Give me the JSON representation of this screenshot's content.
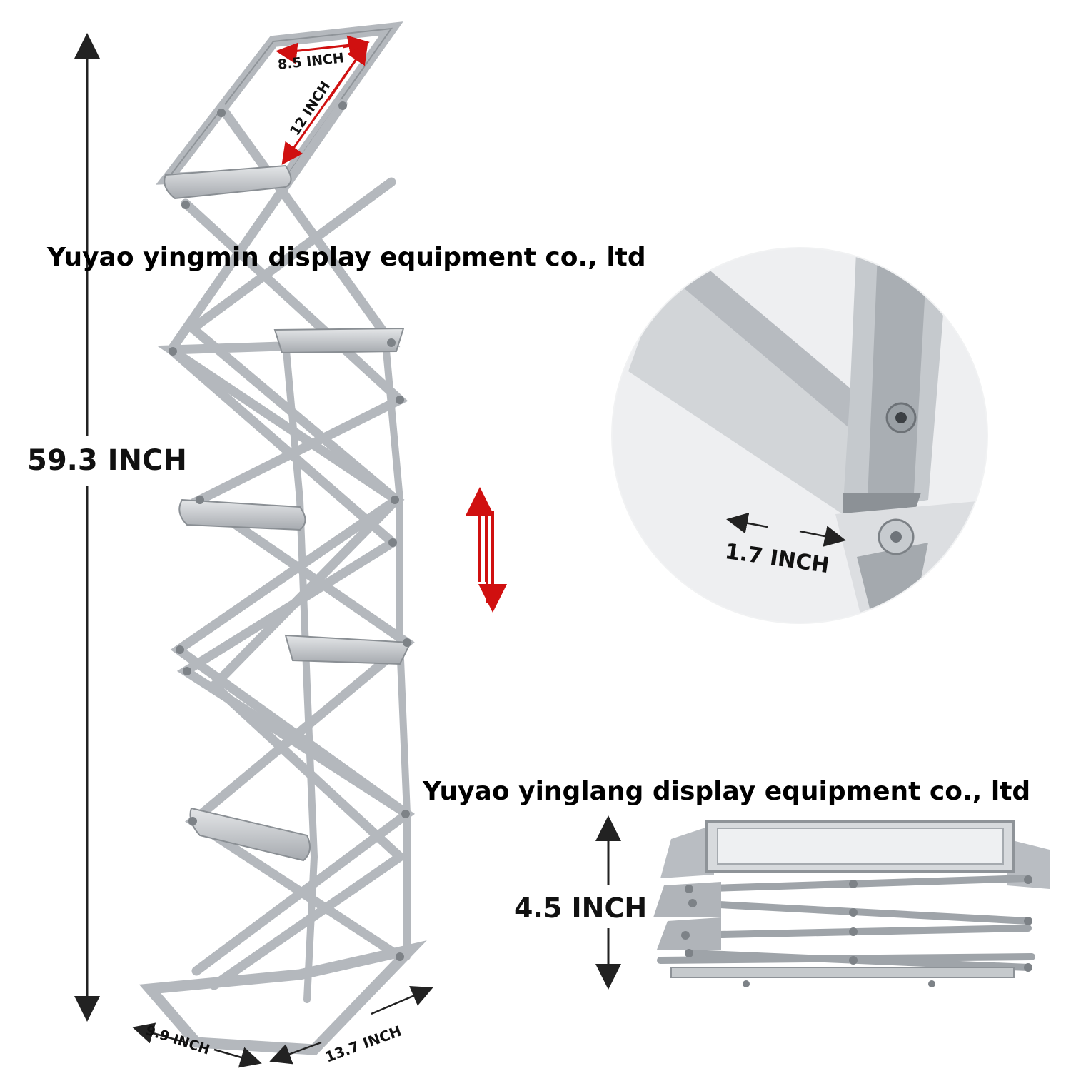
{
  "watermarks": {
    "top": "Yuyao yingmin display equipment co., ltd",
    "bottom": "Yuyao yinglang display equipment co., ltd"
  },
  "dimensions": {
    "height": "59.3 INCH",
    "frame_width": "8.5 INCH",
    "frame_height": "12 INCH",
    "base_depth": "9.9 INCH",
    "base_width": "13.7 INCH",
    "detail_width": "1.7 INCH",
    "folded_height": "4.5 INCH"
  },
  "colors": {
    "frame": "#b9bdc2",
    "frame_dark": "#8d9297",
    "arrow_red": "#d01010",
    "dimension_line": "#222222"
  }
}
